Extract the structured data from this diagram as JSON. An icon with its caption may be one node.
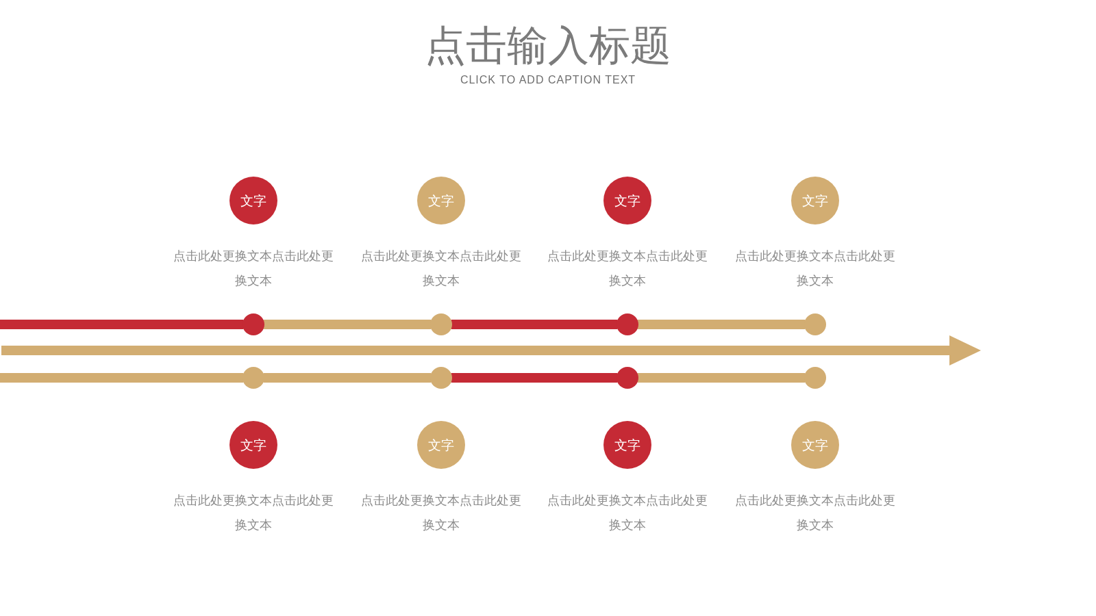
{
  "diagram": {
    "title": "点击输入标题",
    "nodes": [
      {
        "text": [
          "文字"
        ],
        "beside": [
          "点击此处更换文本点击此处更换文本"
        ]
      },
      {
        "text": [
          "文字"
        ],
        "beside": [
          "点击此处更换文本点击此处更换文本"
        ]
      },
      {
        "text": [
          "文字"
        ],
        "beside": [
          "点击此处更换文本点击此处更换文本"
        ]
      },
      {
        "text": [
          "文字"
        ],
        "beside": [
          "点击此处更换文本点击此处更换文本"
        ]
      },
      {
        "text": [],
        "shape": "circle"
      },
      {
        "text": [],
        "shape": "circle"
      },
      {
        "text": [],
        "shape": "circle"
      },
      {
        "text": [],
        "shape": "circle"
      },
      {
        "text": [],
        "shape": "circle"
      },
      {
        "text": [],
        "shape": "circle"
      },
      {
        "text": [],
        "shape": "circle"
      },
      {
        "text": [],
        "shape": "circle"
      },
      {
        "text": [
          "文字"
        ],
        "beside": [
          "点击此处更换文本点击此处更换文本"
        ]
      },
      {
        "text": [
          "文字"
        ],
        "beside": [
          "点击此处更换文本点击此处更换文本"
        ]
      },
      {
        "text": [
          "文字"
        ],
        "beside": [
          "点击此处更换文本点击此处更换文本"
        ]
      },
      {
        "text": [
          "文字"
        ],
        "beside": [
          "点击此处更换文本点击此处更换文本"
        ]
      }
    ],
    "edges": [
      {
        "from": null,
        "to": 4,
        "arrow": "none",
        "color": "#c52a35"
      },
      {
        "from": 4,
        "to": 5,
        "arrow": "none"
      },
      {
        "from": 5,
        "to": 6,
        "arrow": "none",
        "color": "#c52a35"
      },
      {
        "from": 6,
        "to": 7,
        "arrow": "none"
      },
      {
        "from": null,
        "to": 8,
        "arrow": "none"
      },
      {
        "from": 8,
        "to": 9,
        "arrow": "none"
      },
      {
        "from": 9,
        "to": 10,
        "arrow": "none",
        "color": "#c52a35"
      },
      {
        "from": 10,
        "to": 11,
        "arrow": "none"
      }
    ],
    "labels": [
      "CLICK TO ADD CAPTION TEXT"
    ]
  }
}
